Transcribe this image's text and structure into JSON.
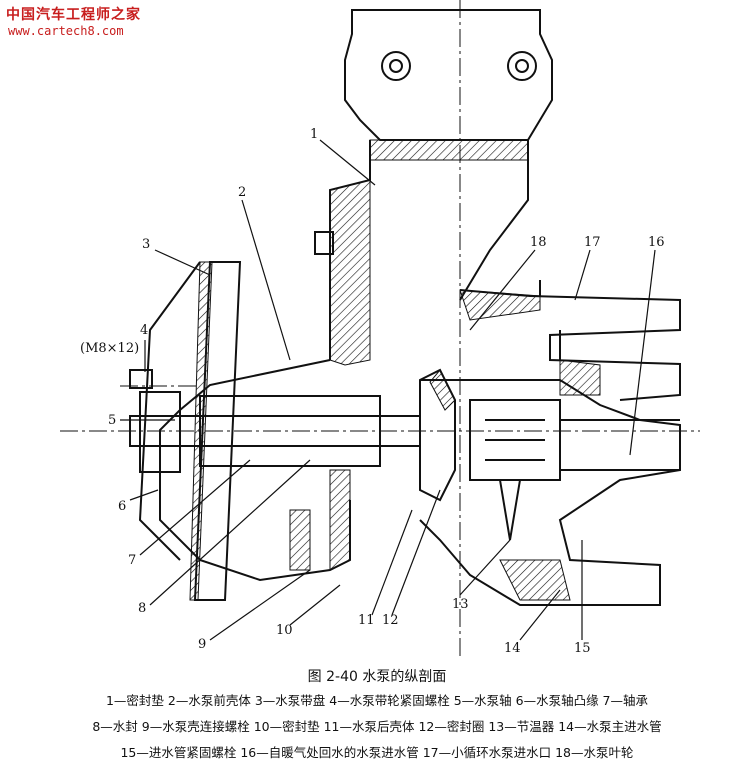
{
  "watermark": {
    "site_cn": "中国汽车工程师之家",
    "site_url": "www.cartech8.com",
    "color": "#c81e1e"
  },
  "figure": {
    "title": "图 2-40  水泵的纵剖面",
    "note_m8": "(M8×12)",
    "callouts": [
      "1",
      "2",
      "3",
      "4",
      "5",
      "6",
      "7",
      "8",
      "9",
      "10",
      "11",
      "12",
      "13",
      "14",
      "15",
      "16",
      "17",
      "18"
    ],
    "legend_lines": [
      "1—密封垫   2—水泵前壳体   3—水泵带盘   4—水泵带轮紧固螺栓   5—水泵轴   6—水泵轴凸缘   7—轴承",
      "8—水封   9—水泵壳连接螺栓   10—密封垫   11—水泵后壳体   12—密封圈   13—节温器   14—水泵主进水管",
      "15—进水管紧固螺栓   16—自暖气处回水的水泵进水管   17—小循环水泵进水口   18—水泵叶轮"
    ]
  }
}
